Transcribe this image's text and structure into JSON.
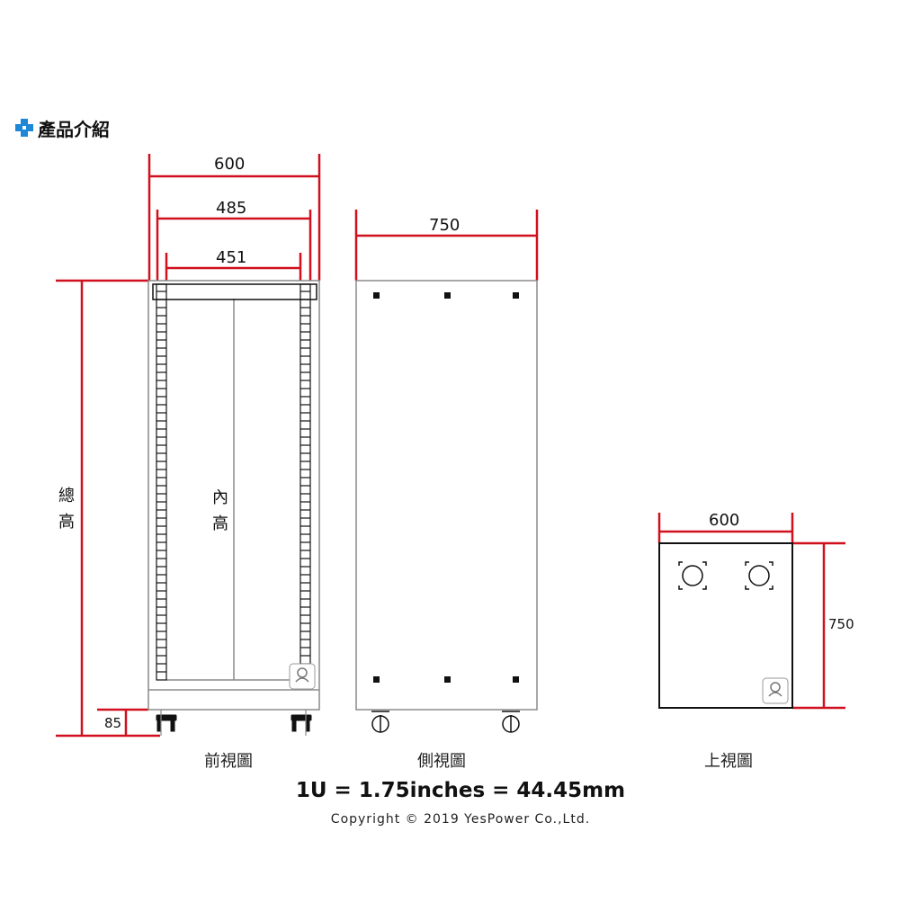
{
  "section": {
    "title": "產品介紹",
    "marker_color": "#1e88d6"
  },
  "colors": {
    "dimension": "#d0101e",
    "outline": "#8a8a8a",
    "ink": "#111111"
  },
  "front_view": {
    "caption": "前視圖",
    "width_outer": "600",
    "width_mid": "485",
    "width_inner": "451",
    "total_height_label": [
      "總",
      "高"
    ],
    "inner_height_label": [
      "內",
      "高"
    ],
    "base_height": "85"
  },
  "side_view": {
    "caption": "側視圖",
    "depth": "750"
  },
  "top_view": {
    "caption": "上視圖",
    "width": "600",
    "depth": "750"
  },
  "formula": "1U = 1.75inches = 44.45mm",
  "copyright": "Copyright © 2019 YesPower Co.,Ltd."
}
